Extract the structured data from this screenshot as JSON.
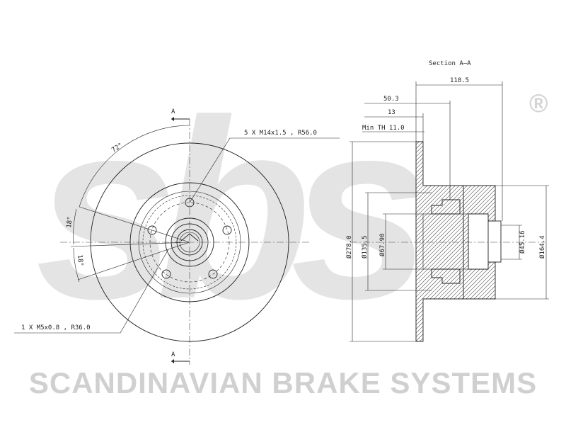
{
  "brand": {
    "watermark_text": "SCANDINAVIAN BRAKE SYSTEMS",
    "logo_text": "sbs",
    "registered_mark": "®",
    "watermark_color": "#d9d9d9"
  },
  "front_view": {
    "section_mark_top": "A",
    "section_mark_bottom": "A",
    "angle_label": "72°",
    "angle_label_small_top": "18°",
    "angle_label_small_bottom": "18°",
    "bolt_callout": "5 X M14x1.5 , R56.0",
    "screw_callout": "1 X M5x0.8 , R36.0"
  },
  "section_view": {
    "title": "Section A–A",
    "dim_118_5": "118.5",
    "dim_50_3": "50.3",
    "dim_13": "13",
    "dim_min_th": "Min TH 11.0",
    "dia_278": "Ø278.0",
    "dia_135_5": "Ø135.5",
    "dia_67_90": "Ø67.90",
    "dia_45_16": "Ø45.16",
    "dia_164_4": "Ø164.4"
  }
}
